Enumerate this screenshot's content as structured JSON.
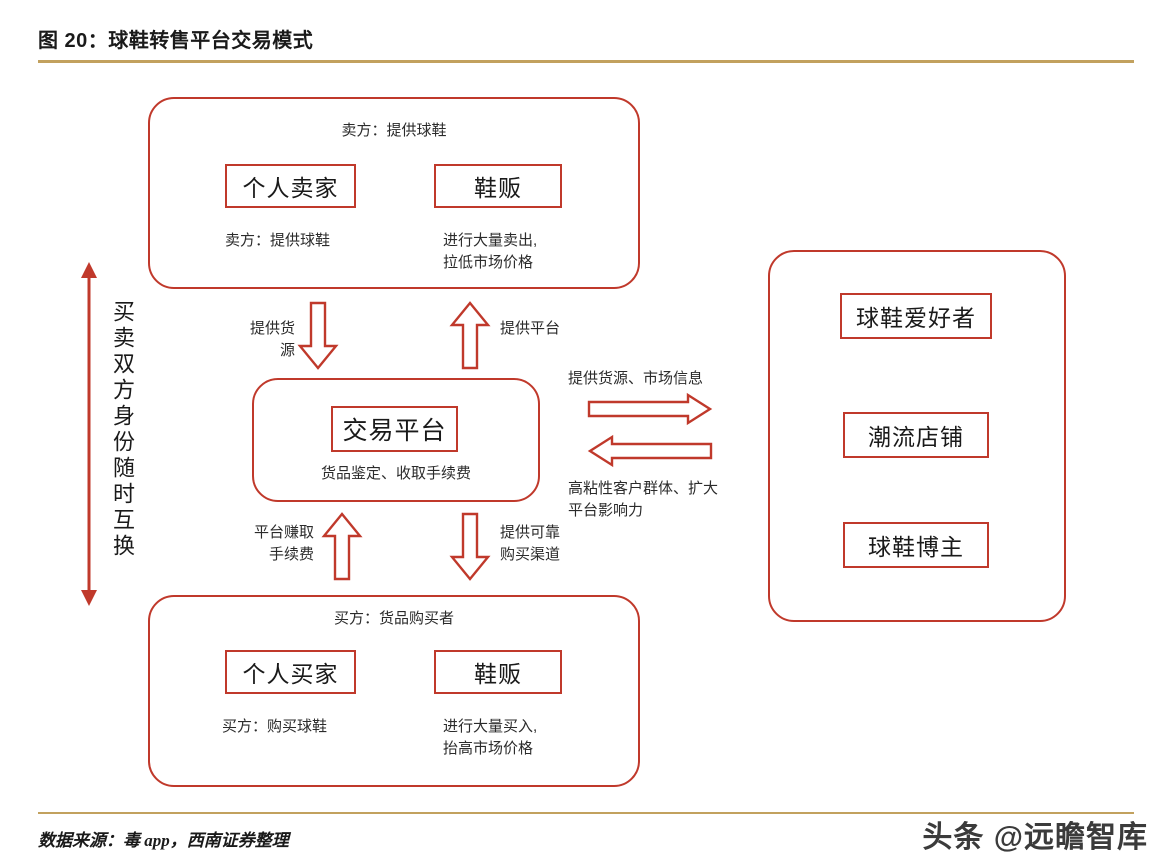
{
  "figure": {
    "title": "图 20：球鞋转售平台交易模式",
    "source": "数据来源：毒 app，西南证券整理",
    "watermark": "头条 @远瞻智库",
    "accent_color": "#c2a15e",
    "line_color": "#c0392b"
  },
  "side": {
    "label": "买卖双方身份随时互换",
    "arrow_icon": "double-headed-vertical-arrow"
  },
  "seller_group": {
    "header": "卖方：提供球鞋",
    "nodes": [
      {
        "label": "个人卖家",
        "caption": "卖方：提供球鞋"
      },
      {
        "label": "鞋贩",
        "caption": "进行大量卖出,\n拉低市场价格"
      }
    ]
  },
  "platform_group": {
    "node": "交易平台",
    "caption": "货品鉴定、收取手续费"
  },
  "buyer_group": {
    "header": "买方：货品购买者",
    "nodes": [
      {
        "label": "个人买家",
        "caption": "买方：购买球鞋"
      },
      {
        "label": "鞋贩",
        "caption": "进行大量买入,\n抬高市场价格"
      }
    ]
  },
  "community_group": {
    "nodes": [
      {
        "label": "球鞋爱好者"
      },
      {
        "label": "潮流店铺"
      },
      {
        "label": "球鞋博主"
      }
    ]
  },
  "flows": {
    "seller_to_platform": {
      "label": "提供货源",
      "icon": "arrow-down-block"
    },
    "platform_to_seller": {
      "label": "提供平台",
      "icon": "arrow-up-block"
    },
    "platform_to_buyer_fee": {
      "label": "平台赚取\n手续费",
      "icon": "arrow-up-block"
    },
    "platform_to_buyer_channel": {
      "label": "提供可靠\n购买渠道",
      "icon": "arrow-down-block"
    },
    "platform_to_community": {
      "label": "提供货源、市场信息",
      "icon": "arrow-right-block"
    },
    "community_to_platform": {
      "label": "高粘性客户群体、扩大\n平台影响力",
      "icon": "arrow-left-block"
    }
  }
}
